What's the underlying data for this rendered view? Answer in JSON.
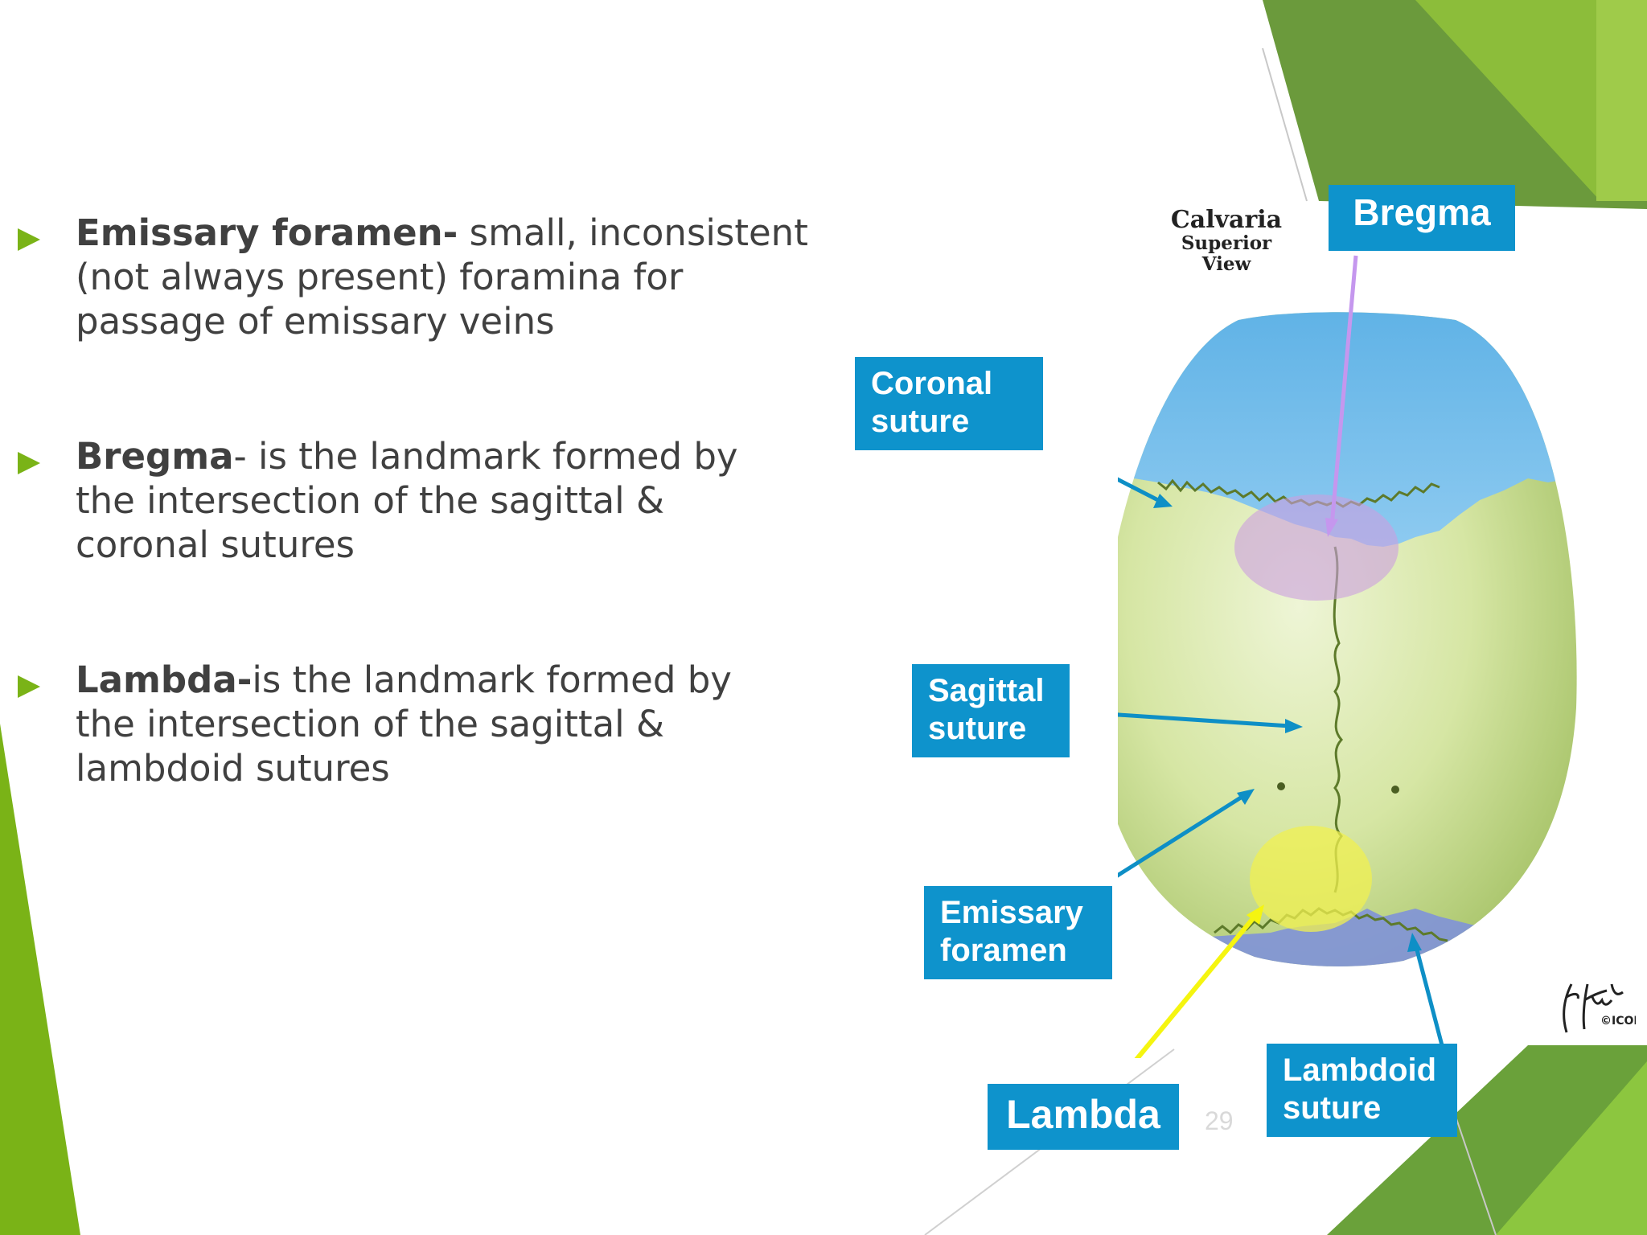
{
  "slide": {
    "page_number": "29",
    "colors": {
      "accent_green": "#7ab317",
      "dark_green": "#6aa13a",
      "label_blue": "#0e93cc",
      "text_gray": "#404040"
    }
  },
  "bullets": [
    {
      "term": "Emissary foramen-",
      "text": " small, inconsistent (not always present) foramina for passage of emissary veins"
    },
    {
      "term": "Bregma",
      "text": "- is the landmark formed by the intersection of the sagittal & coronal sutures"
    },
    {
      "term": "Lambda-",
      "text": "is the landmark formed by the intersection of the sagittal & lambdoid sutures"
    }
  ],
  "figure": {
    "title": "Calvaria",
    "subtitle": "Superior View",
    "labels": {
      "bregma": "Bregma",
      "coronal_1": "Coronal",
      "coronal_2": "suture",
      "sagittal_1": "Sagittal",
      "sagittal_2": "suture",
      "emissary_1": "Emissary",
      "emissary_2": "foramen",
      "lambda": "Lambda",
      "lambdoid_1": "Lambdoid",
      "lambdoid_2": "suture"
    },
    "signature_text": "F. Netter M.D.",
    "signature_mark": "©ICON"
  }
}
